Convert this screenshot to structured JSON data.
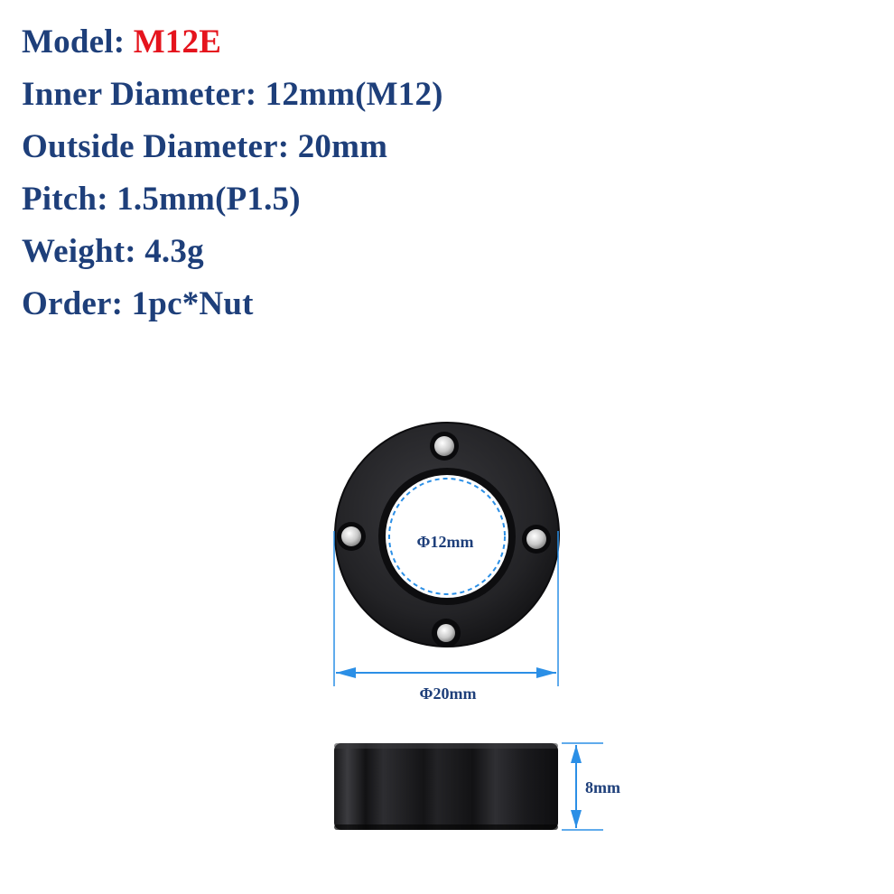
{
  "specs": {
    "model": {
      "label": "Model:",
      "value": "M12E"
    },
    "inner": {
      "label": "Inner Diameter:",
      "value": "12mm(M12)"
    },
    "outside": {
      "label": "Outside Diameter:",
      "value": "20mm"
    },
    "pitch": {
      "label": "Pitch:",
      "value": "1.5mm(P1.5)"
    },
    "weight": {
      "label": "Weight:",
      "value": "4.3g"
    },
    "order": {
      "label": "Order:",
      "value": "1pc*Nut"
    }
  },
  "dimensions": {
    "inner_diameter": "Φ12mm",
    "outer_diameter": "Φ20mm",
    "height": "8mm"
  },
  "colors": {
    "text": "#1e3f7a",
    "model_highlight": "#e5141d",
    "dimension_line": "#2b8fe6",
    "nut_body": "#1b1b1d"
  }
}
